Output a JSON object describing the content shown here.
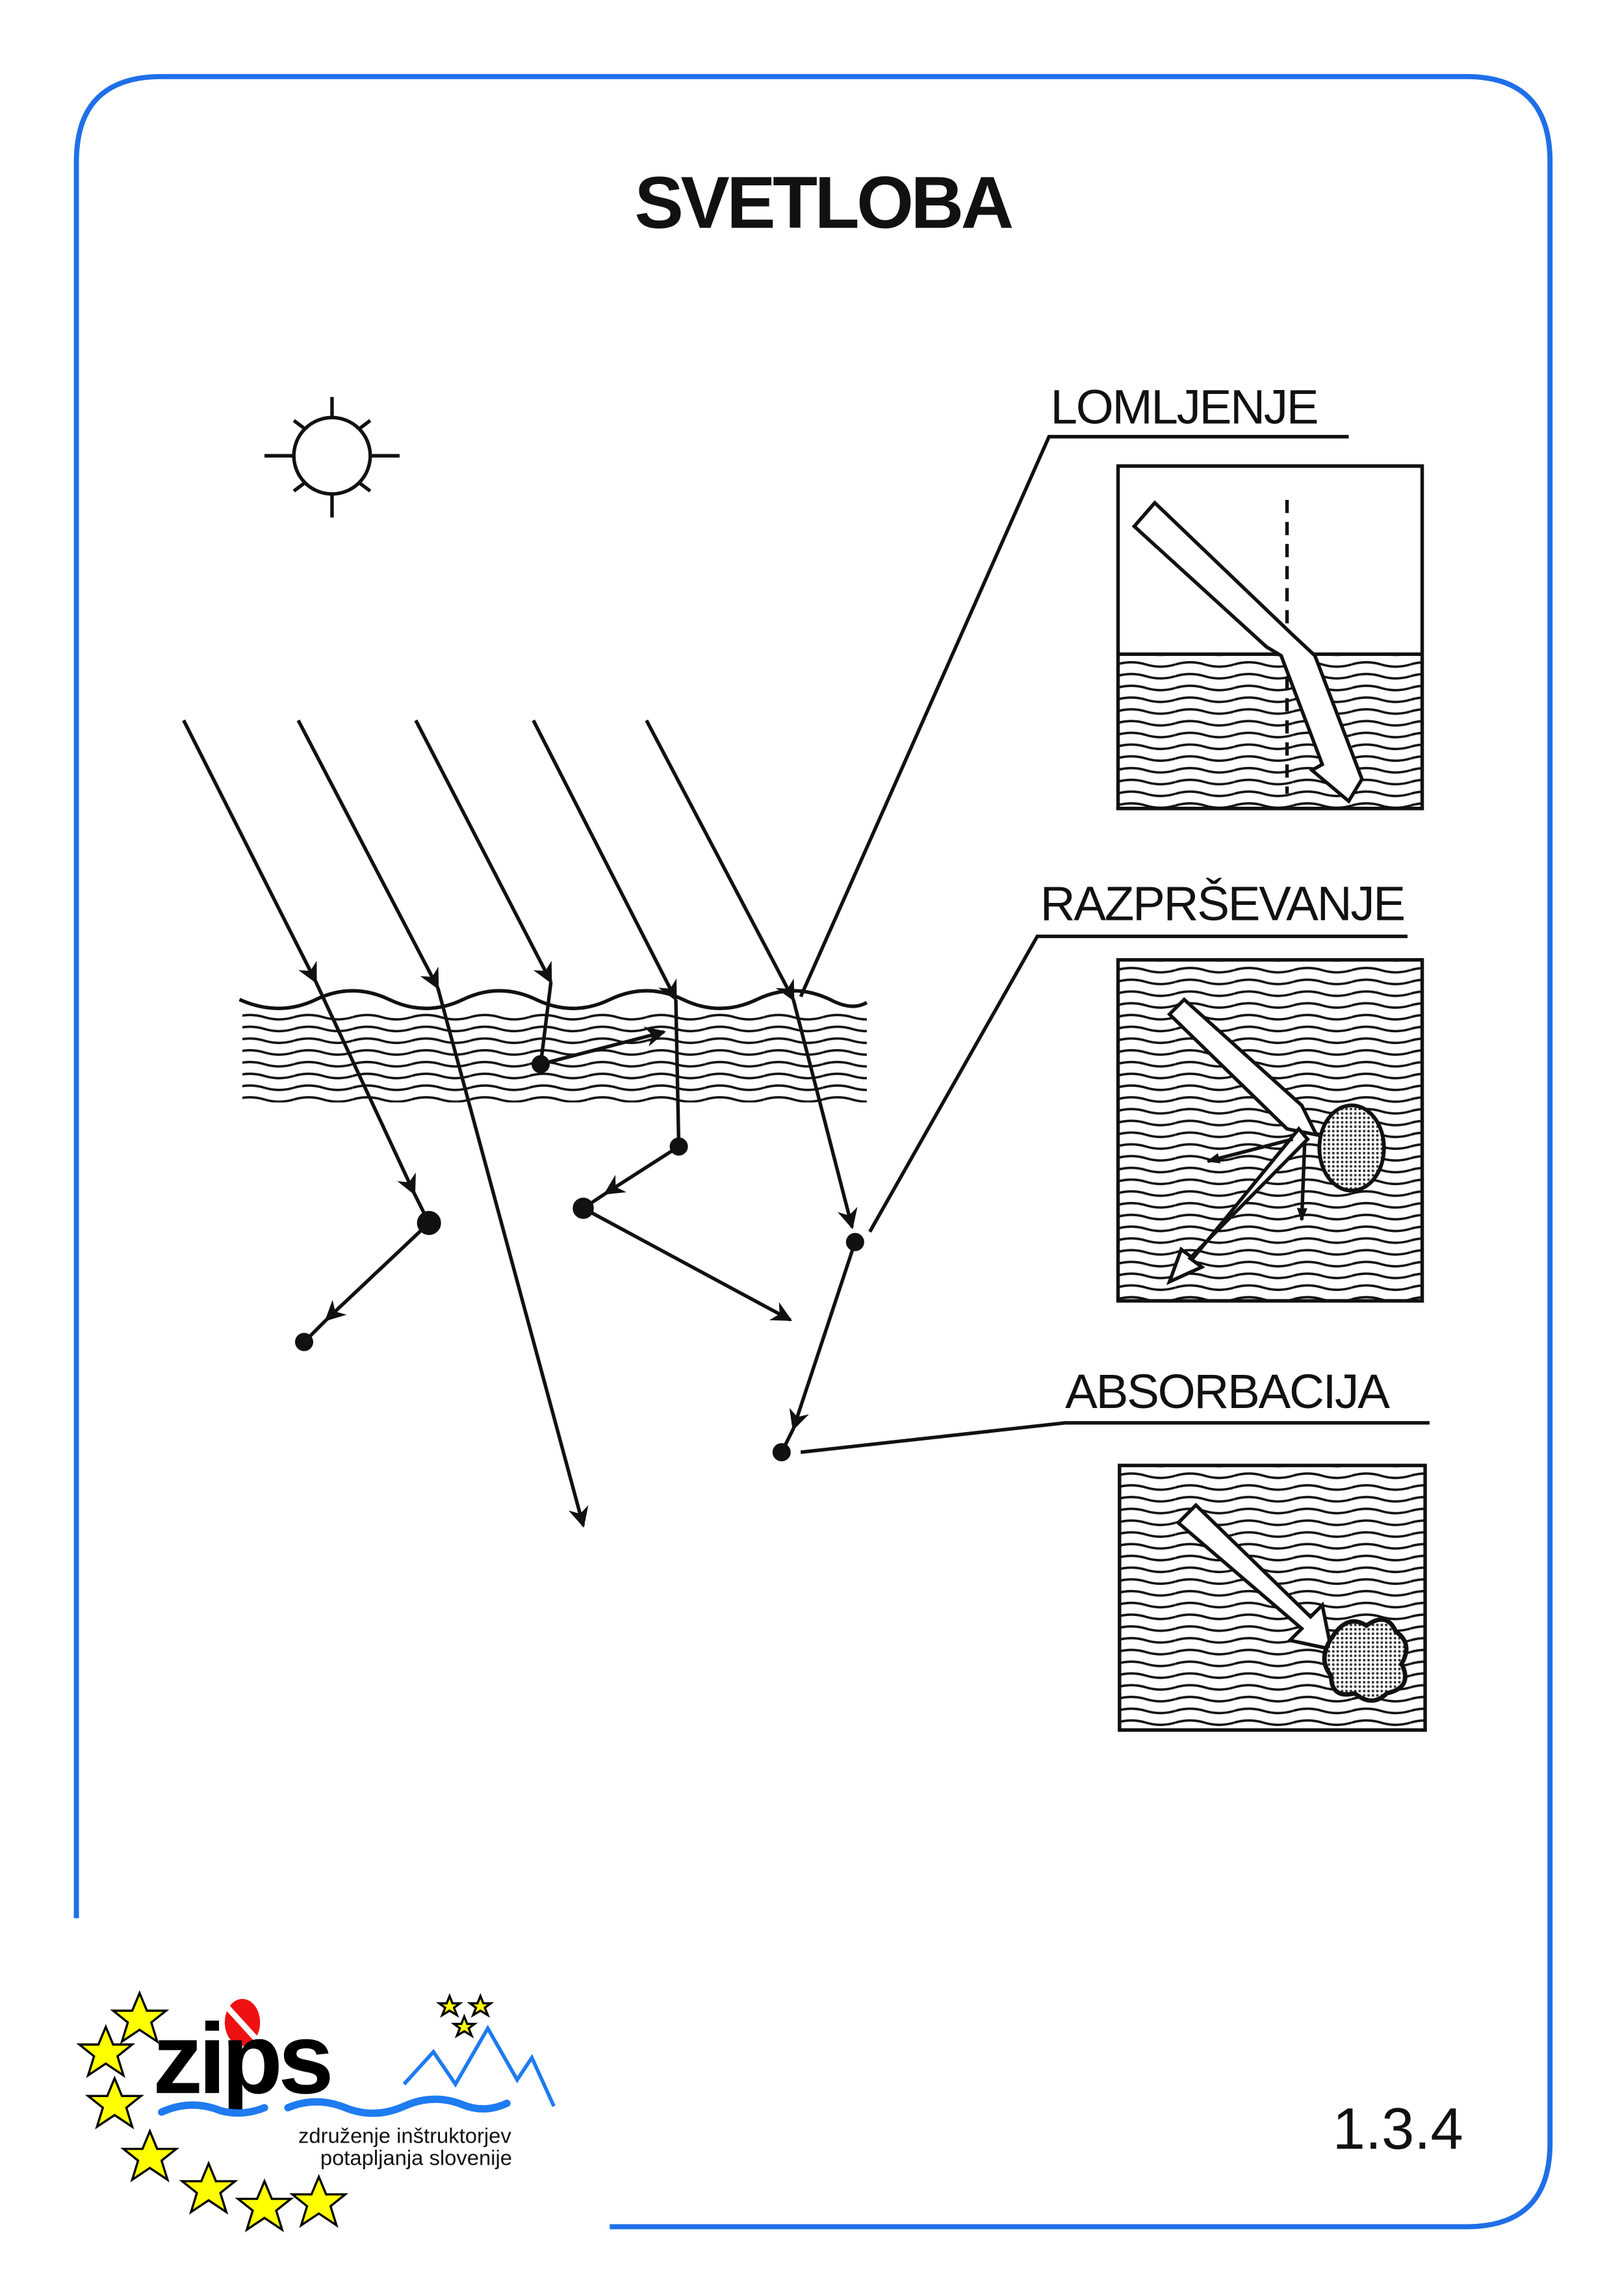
{
  "title": "SVETLOBA",
  "labels": {
    "refraction": "LOMLJENJE",
    "scattering": "RAZPRŠEVANJE",
    "absorption": "ABSORBACIJA"
  },
  "page_number": "1.3.4",
  "logo": {
    "name": "zips",
    "line1": "združenje inštruktorjev",
    "line2": "potapljanja slovenije"
  },
  "colors": {
    "border": "#1f6fe8",
    "star": "#ffff00",
    "logo_blue": "#1e7bf0",
    "logo_red": "#ee1111"
  }
}
